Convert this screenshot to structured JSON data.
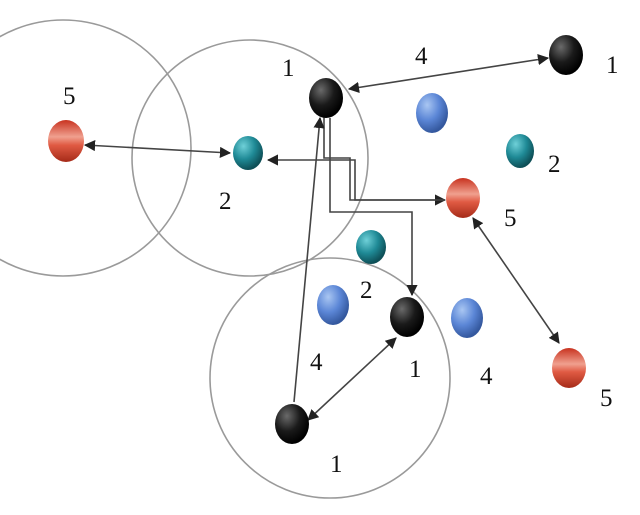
{
  "colors": {
    "black_node": "#1a1a1a",
    "teal_node": "#1f8a96",
    "blue_node": "#5b86d6",
    "red_node": "#d8432f",
    "link": "#444444",
    "range": "#9a9a9a"
  },
  "nodes": {
    "top_center": {
      "kind": "black",
      "label": "1"
    },
    "top_right": {
      "kind": "black",
      "label": "1"
    },
    "left_red": {
      "kind": "red",
      "label": "5"
    },
    "left_teal": {
      "kind": "teal",
      "label": "2"
    },
    "blue_top": {
      "kind": "blue",
      "label": ""
    },
    "teal_right": {
      "kind": "teal",
      "label": "2"
    },
    "mid_red": {
      "kind": "red",
      "label": "5"
    },
    "center_teal": {
      "kind": "teal",
      "label": "2"
    },
    "blue_mid_left": {
      "kind": "blue",
      "label": ""
    },
    "mid_black": {
      "kind": "black",
      "label": "1"
    },
    "blue_mid_right": {
      "kind": "blue",
      "label": "4"
    },
    "right_red": {
      "kind": "red",
      "label": "5"
    },
    "bottom_black": {
      "kind": "black",
      "label": "1"
    }
  },
  "edge_labels": {
    "top_link": "4",
    "bottom_link": "4"
  }
}
